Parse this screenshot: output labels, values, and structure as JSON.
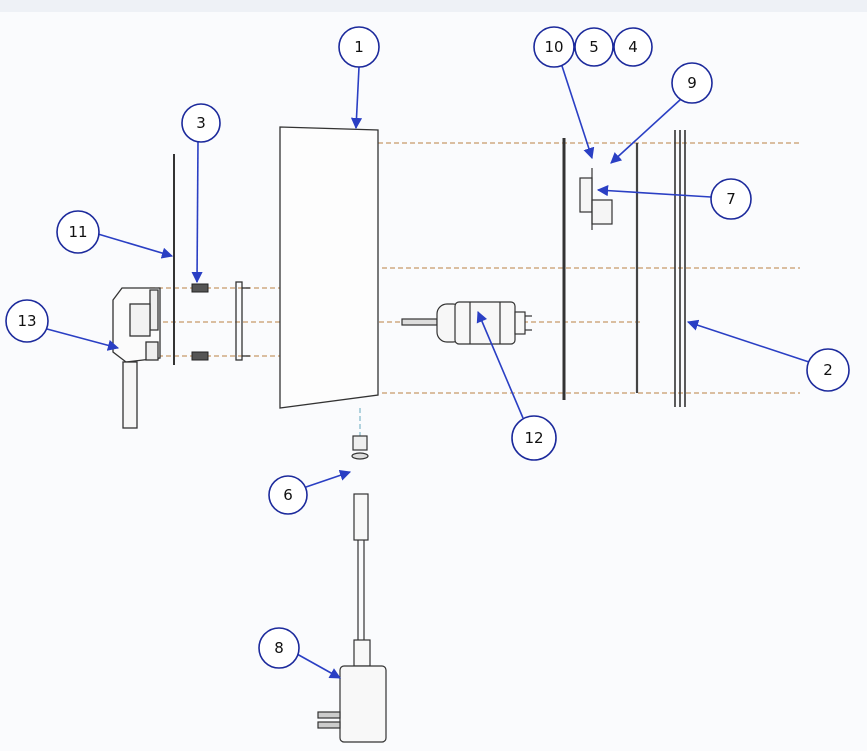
{
  "diagram": {
    "callouts": {
      "c1": "1",
      "c2": "2",
      "c3": "3",
      "c4": "4",
      "c5": "5",
      "c6": "6",
      "c7": "7",
      "c8": "8",
      "c9": "9",
      "c10": "10",
      "c11": "11",
      "c12": "12",
      "c13": "13"
    },
    "colors": {
      "callout_outline": "#1c2a9c",
      "leader_line": "#2a3fc4",
      "part_line": "#333333",
      "axis_line": "#c89a6a"
    }
  }
}
